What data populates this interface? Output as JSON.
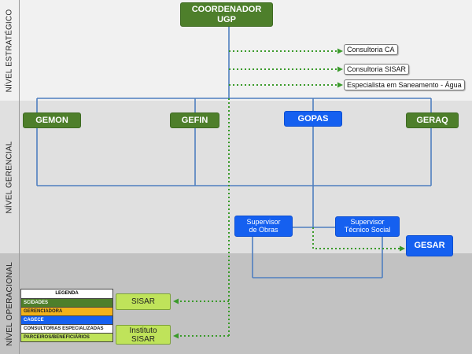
{
  "levels": {
    "strategic": "NÍVEL ESTRATÉGICO",
    "managerial": "NÍVEL GERENCIAL",
    "operational": "NÍVEL OPERACIONAL"
  },
  "nodes": {
    "coordinator": "COORDENADOR\nUGP",
    "gemon": "GEMON",
    "gefin": "GEFIN",
    "gopas": "GOPAS",
    "geraq": "GERAQ",
    "supervisor_obras": "Supervisor\nde Obras",
    "supervisor_tecnico": "Supervisor\nTécnico Social",
    "gesar": "GESAR",
    "sisar": "SISAR",
    "instituto_sisar": "Instituto\nSISAR"
  },
  "callouts": {
    "consultoria_ca": "Consultoria CA",
    "consultoria_sisar": "Consultoria SISAR",
    "especialista": "Especialista em Saneamento - Água"
  },
  "legend": {
    "title": "LEGENDA",
    "items": [
      {
        "label": "SCIDADES",
        "color": "#4e7f2b",
        "text_color": "#ffffff"
      },
      {
        "label": "GERENCIADORA",
        "color": "#f2b21b",
        "text_color": "#222222"
      },
      {
        "label": "CAGECE",
        "color": "#1560f0",
        "text_color": "#ffffff"
      },
      {
        "label": "CONSULTORIAS ESPECIALIZADAS",
        "color": "#ffffff",
        "text_color": "#222222"
      },
      {
        "label": "PARCEIROS/BENEFICIÁRIOS",
        "color": "#bfe35a",
        "text_color": "#222222"
      }
    ]
  },
  "colors": {
    "strategic_band": "#f1f1f1",
    "managerial_band": "#e0e0e0",
    "operational_band": "#c2c2c2",
    "connector": "#4f7fbf",
    "dotted": "#3a9a2a"
  }
}
